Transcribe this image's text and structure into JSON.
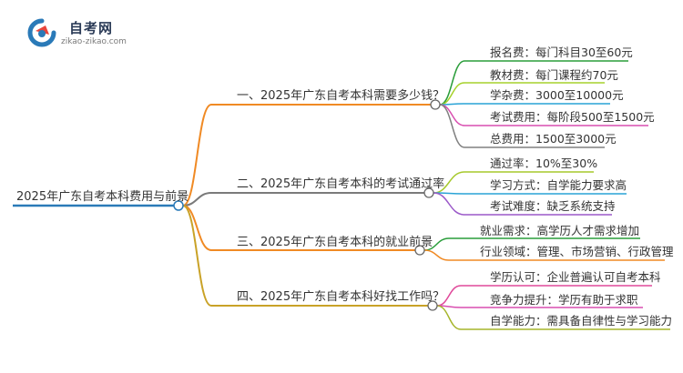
{
  "logo": {
    "title": "自考网",
    "subtitle": "zikao-zikao.com"
  },
  "mindmap": {
    "root": "2025年广东自考本科费用与前景",
    "branches": [
      {
        "label": "一、2025年广东自考本科需要多少钱？",
        "color": "#f08a24",
        "leaves": [
          {
            "label": "报名费：每门科目30至60元",
            "color": "#2a9d3a"
          },
          {
            "label": "教材费：每门课程约70元",
            "color": "#a6d12b"
          },
          {
            "label": "学杂费：3000至10000元",
            "color": "#29a3d6"
          },
          {
            "label": "考试费用：每阶段500至1500元",
            "color": "#d94fb0"
          },
          {
            "label": "总费用：1500至3000元",
            "color": "#808080"
          }
        ]
      },
      {
        "label": "二、2025年广东自考本科的考试通过率",
        "color": "#7a7a7a",
        "leaves": [
          {
            "label": "通过率：10%至30%",
            "color": "#a6c92b"
          },
          {
            "label": "学习方式：自学能力要求高",
            "color": "#29a3d6"
          },
          {
            "label": "考试难度：缺乏系统支持",
            "color": "#9b59c9"
          }
        ]
      },
      {
        "label": "三、2025年广东自考本科的就业前景",
        "color": "#f08a24",
        "leaves": [
          {
            "label": "就业需求：高学历人才需求增加",
            "color": "#2a9d3a"
          },
          {
            "label": "行业领域：管理、市场营销、行政管理",
            "color": "#f08a24"
          }
        ]
      },
      {
        "label": "四、2025年广东自考本科好找工作吗？",
        "color": "#c9a227",
        "leaves": [
          {
            "label": "学历认可：企业普遍认可自考本科",
            "color": "#e0499a"
          },
          {
            "label": "竞争力提升：学历有助于求职",
            "color": "#d94fb0"
          },
          {
            "label": "自学能力：需具备自律性与学习能力",
            "color": "#a6b52b"
          }
        ]
      }
    ],
    "root_color": "#2a7ab8"
  }
}
